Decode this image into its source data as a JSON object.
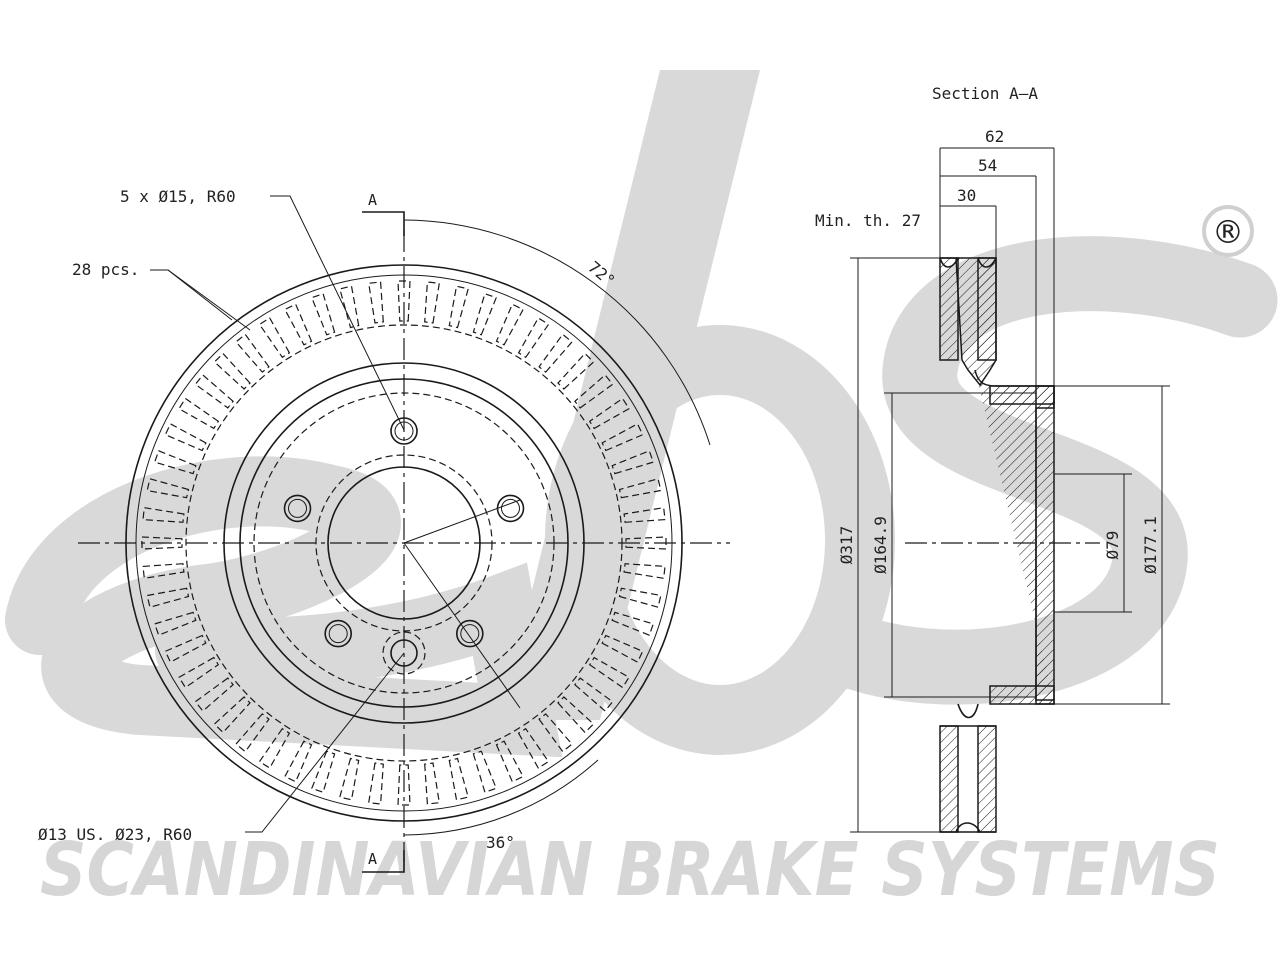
{
  "brand": {
    "watermark": "sbs",
    "registered": "®",
    "tagline": "SCANDINAVIAN BRAKE SYSTEMS",
    "watermark_color": "#d6d6d6"
  },
  "front_view": {
    "label_bolts": "5 x Ø15, R60",
    "label_vanes": "28 pcs.",
    "label_hole": "Ø13 US. Ø23, R60",
    "angle_top": "72°",
    "angle_bottom": "36°",
    "section_mark_top": "A",
    "section_mark_bottom": "A"
  },
  "section_view": {
    "title": "Section A–A",
    "dim_width_total": "62",
    "dim_width_hat": "54",
    "dim_width_disc": "30",
    "min_thickness": "Min. th. 27",
    "dim_outer_diameter": "Ø317",
    "dim_hat_diameter": "Ø164.9",
    "dim_bore": "Ø79",
    "dim_hat_outer": "Ø177.1"
  }
}
